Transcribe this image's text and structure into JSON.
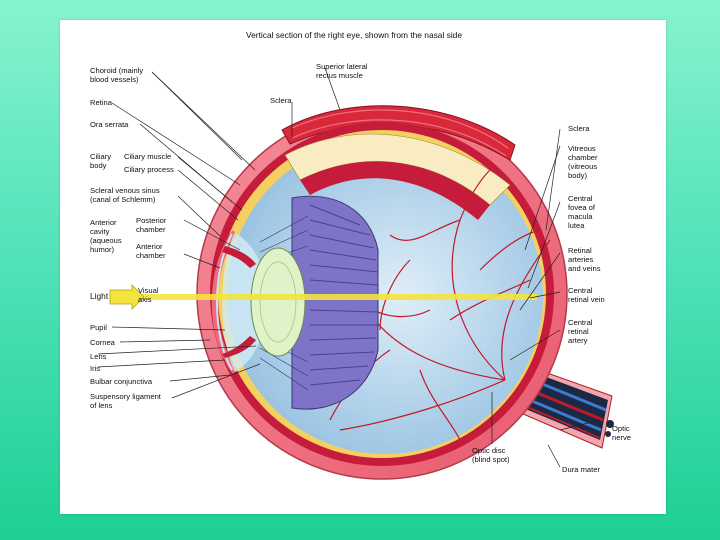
{
  "diagram": {
    "title": "Vertical section of the right eye, shown from the nasal side",
    "labels": {
      "choroid": "Choroid (mainly\nblood vessels)",
      "sup_rectus": "Superior lateral\nrectus muscle",
      "sclera_top": "Sclera",
      "retina": "Retina",
      "ora_serrata": "Ora serrata",
      "sclera_right": "Sclera",
      "ciliary_body": "Ciliary\nbody",
      "ciliary_muscle": "Ciliary muscle",
      "ciliary_process": "Ciliary process",
      "vitreous": "Vitreous\nchamber\n(vitreous\nbody)",
      "scleral_sinus": "Scleral venous sinus\n(canal of Schlemm)",
      "fovea": "Central\nfovea of\nmacula\nlutea",
      "anterior_cavity": "Anterior\ncavity\n(aqueous\nhumor)",
      "posterior_chamber": "Posterior\nchamber",
      "anterior_chamber": "Anterior\nchamber",
      "retinal_vessels": "Retinal\narteries\nand veins",
      "light": "Light",
      "visual_axis": "Visual\naxis",
      "central_vein": "Central\nretinal vein",
      "pupil": "Pupil",
      "cornea": "Cornea",
      "central_artery": "Central\nretinal\nartery",
      "lens": "Lens",
      "iris": "Iris",
      "bulbar_conj": "Bulbar conjunctiva",
      "suspensory": "Suspensory ligament\nof lens",
      "optic_nerve": "Optic\nnerve",
      "optic_disc": "Optic disc\n(blind spot)",
      "dura": "Dura mater"
    }
  },
  "colors": {
    "background_top": "#86f3cf",
    "background_bottom": "#1ecf94",
    "sclera": "#f06a7c",
    "choroid": "#c41c3a",
    "vitreous": "#b8d6ec",
    "iris": "#7d74c8",
    "lens": "#dff2c8",
    "visual_axis": "#f3e33e",
    "vessels": "#c01a2a"
  }
}
